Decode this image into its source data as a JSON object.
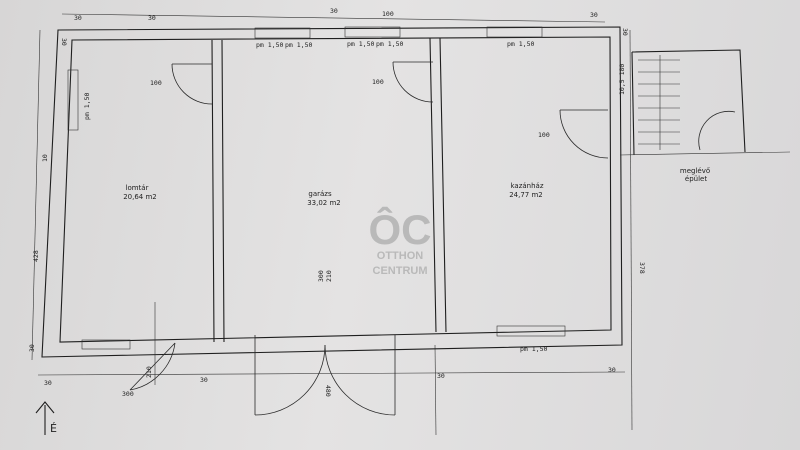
{
  "rooms": {
    "left_name": "lomtár",
    "left_area": "20,64 m2",
    "center_name": "garázs",
    "center_area": "33,02 m2",
    "right_name": "kazánház",
    "right_area": "24,77 m2",
    "annex_name": "meglévő",
    "annex_sub": "épület"
  },
  "windows": {
    "top_1": "pm 1,50",
    "top_2": "pm 1,50",
    "top_3": "pm 1,50",
    "top_4": "pm 1,50",
    "top_5": "pm 1,50",
    "left_side": "pm 1,50",
    "bottom_right": "pm 1,50"
  },
  "dimensions": {
    "top_a": "30",
    "top_b": "30",
    "top_c": "30",
    "top_d": "30",
    "left_a": "30",
    "left_b": "428",
    "left_c": "30",
    "left_d": "10",
    "right_a": "30",
    "right_b": "378",
    "right_c": "10,5 180",
    "bottom_a": "30",
    "bottom_b": "300",
    "bottom_c": "30",
    "bottom_d": "30",
    "bottom_e": "30",
    "garage_door": "300",
    "garage_door_2": "210",
    "door_1": "100",
    "door_2": "100",
    "door_3": "100",
    "door_4": "100",
    "door_bottom": "210",
    "bottom_garage": "480"
  },
  "watermark": {
    "mono": "ÔC",
    "line1": "OTTHON",
    "line2": "CENTRUM"
  },
  "north": {
    "label": "É"
  }
}
